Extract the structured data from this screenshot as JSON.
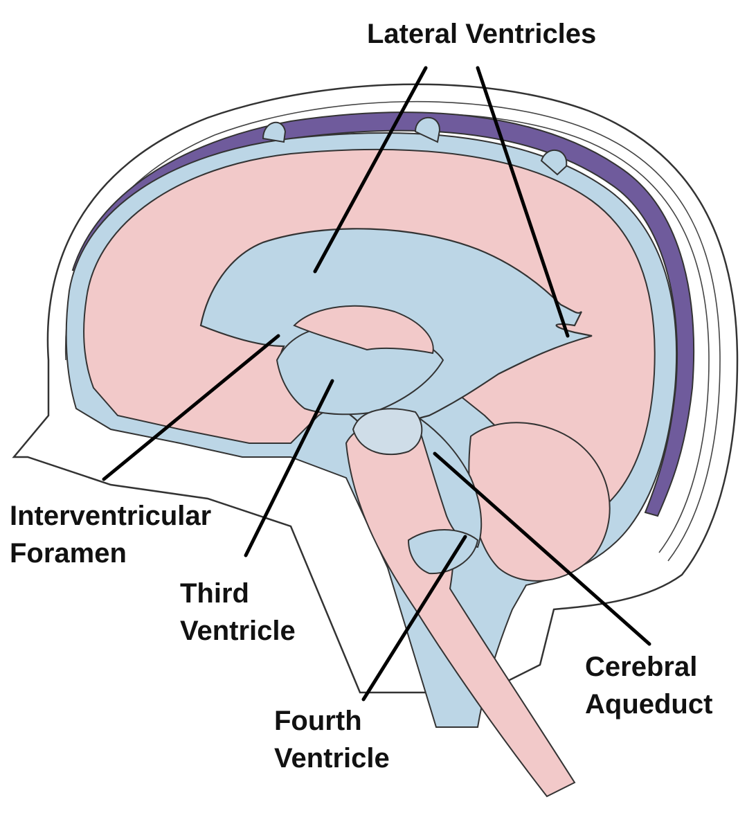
{
  "labels": {
    "lateral_ventricles": "Lateral Ventricles",
    "interventricular_foramen": [
      "Interventricular",
      "Foramen"
    ],
    "third_ventricle": [
      "Third",
      "Ventricle"
    ],
    "fourth_ventricle": [
      "Fourth",
      "Ventricle"
    ],
    "cerebral_aqueduct": [
      "Cerebral",
      "Aqueduct"
    ]
  },
  "colors": {
    "brain_tissue": "#f2c9c9",
    "csf": "#bcd6e6",
    "venous_sinus": "#6f5b9c",
    "outline": "#333333",
    "leader_line": "#000000",
    "background": "#ffffff"
  }
}
